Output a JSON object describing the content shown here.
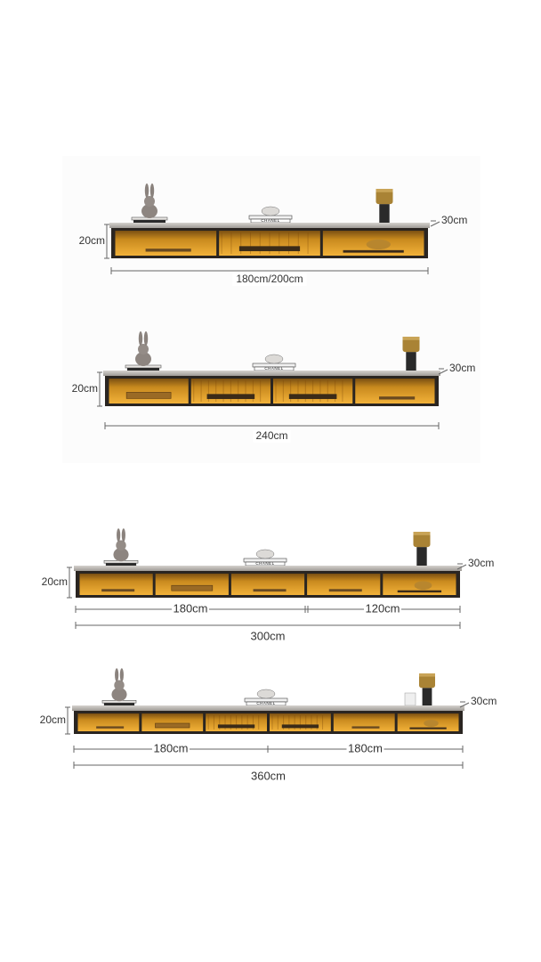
{
  "colors": {
    "frame": "#2a2521",
    "glow_outer": "#c98a1e",
    "glow_inner": "#f2b23a",
    "top_slab": "#b9b6b2",
    "dim_line": "#666666",
    "text": "#333333"
  },
  "units": [
    {
      "id": "unit-180-200",
      "height_label": "20cm",
      "depth_label": "30cm",
      "width_labels": [
        "180cm/200cm"
      ],
      "total_label": null
    },
    {
      "id": "unit-240",
      "height_label": "20cm",
      "depth_label": "30cm",
      "width_labels": [
        "240cm"
      ],
      "total_label": null
    },
    {
      "id": "unit-300",
      "height_label": "20cm",
      "depth_label": "30cm",
      "width_labels": [
        "180cm",
        "120cm"
      ],
      "total_label": "300cm"
    },
    {
      "id": "unit-360",
      "height_label": "20cm",
      "depth_label": "30cm",
      "width_labels": [
        "180cm",
        "180cm"
      ],
      "total_label": "360cm"
    }
  ],
  "decor": {
    "book_text": "CHANEL"
  }
}
